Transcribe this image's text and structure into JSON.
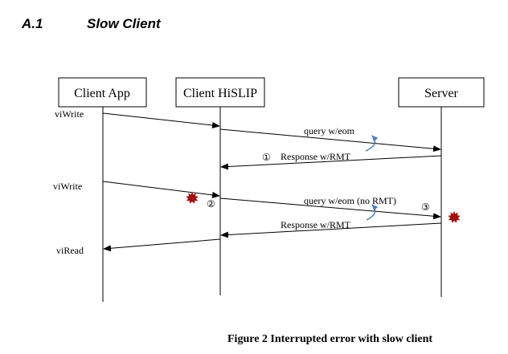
{
  "section": {
    "number": "A.1",
    "title": "Slow Client"
  },
  "participants": [
    "Client App",
    "Client HiSLIP",
    "Server"
  ],
  "markers": {
    "one": "①",
    "two": "②",
    "three": "③"
  },
  "calls": {
    "viwrite_1": "viWrite",
    "viwrite_2": "viWrite",
    "viread": "viRead"
  },
  "messages": {
    "query_1": "query w/eom",
    "response_1": "Response w/RMT",
    "query_2": "query w/eom (no RMT)",
    "response_2": "Response w/RMT"
  },
  "caption": "Figure 2 Interrupted error with slow client",
  "colors": {
    "line": "#000000",
    "annotation": "#4f7fc0",
    "error_burst": "#a01010"
  }
}
